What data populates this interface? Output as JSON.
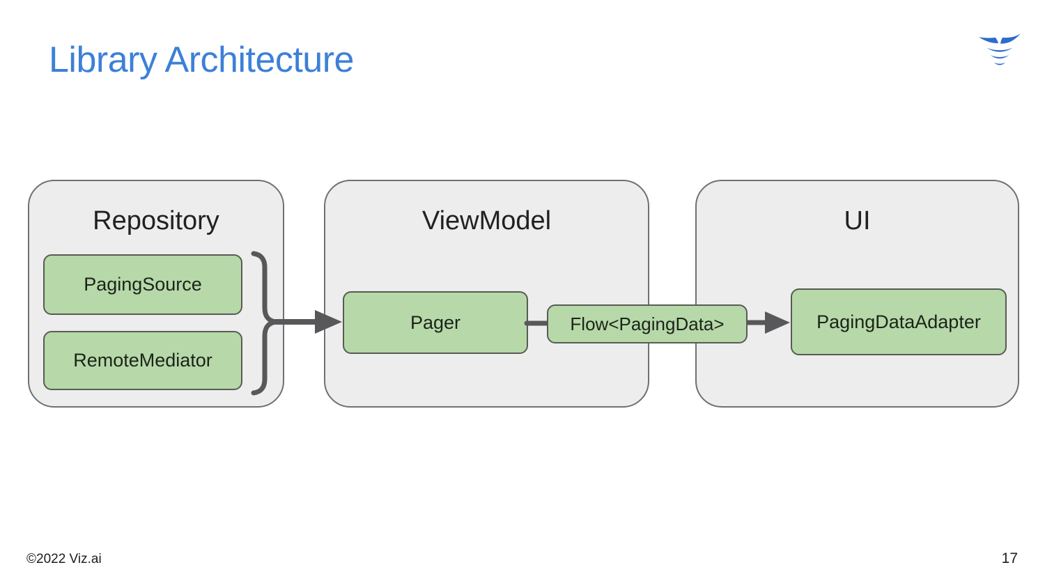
{
  "slide": {
    "title": "Library Architecture",
    "footer": {
      "copyright": "©2022 Viz.ai",
      "page_number": "17"
    },
    "logo": "viz-ai-logo"
  },
  "diagram": {
    "repository": {
      "title": "Repository",
      "items": [
        {
          "label": "PagingSource"
        },
        {
          "label": "RemoteMediator"
        }
      ]
    },
    "viewmodel": {
      "title": "ViewModel",
      "items": [
        {
          "label": "Pager"
        }
      ]
    },
    "ui": {
      "title": "UI",
      "items": [
        {
          "label": "PagingDataAdapter"
        }
      ]
    },
    "connectors": {
      "flow_label": "Flow<PagingData>",
      "repository_to_pager": "brace-merge-then-arrow",
      "pager_to_flow": "plain-line",
      "flow_to_adapter": "arrow"
    }
  },
  "colors": {
    "title_blue": "#3c80d8",
    "container_fill": "#ededee",
    "container_border": "#6f7073",
    "node_fill": "#b7d8a8",
    "node_border": "#575b54",
    "connector_gray": "#58585a",
    "text_dark": "#212121",
    "logo_blue": "#2b6ccd"
  }
}
